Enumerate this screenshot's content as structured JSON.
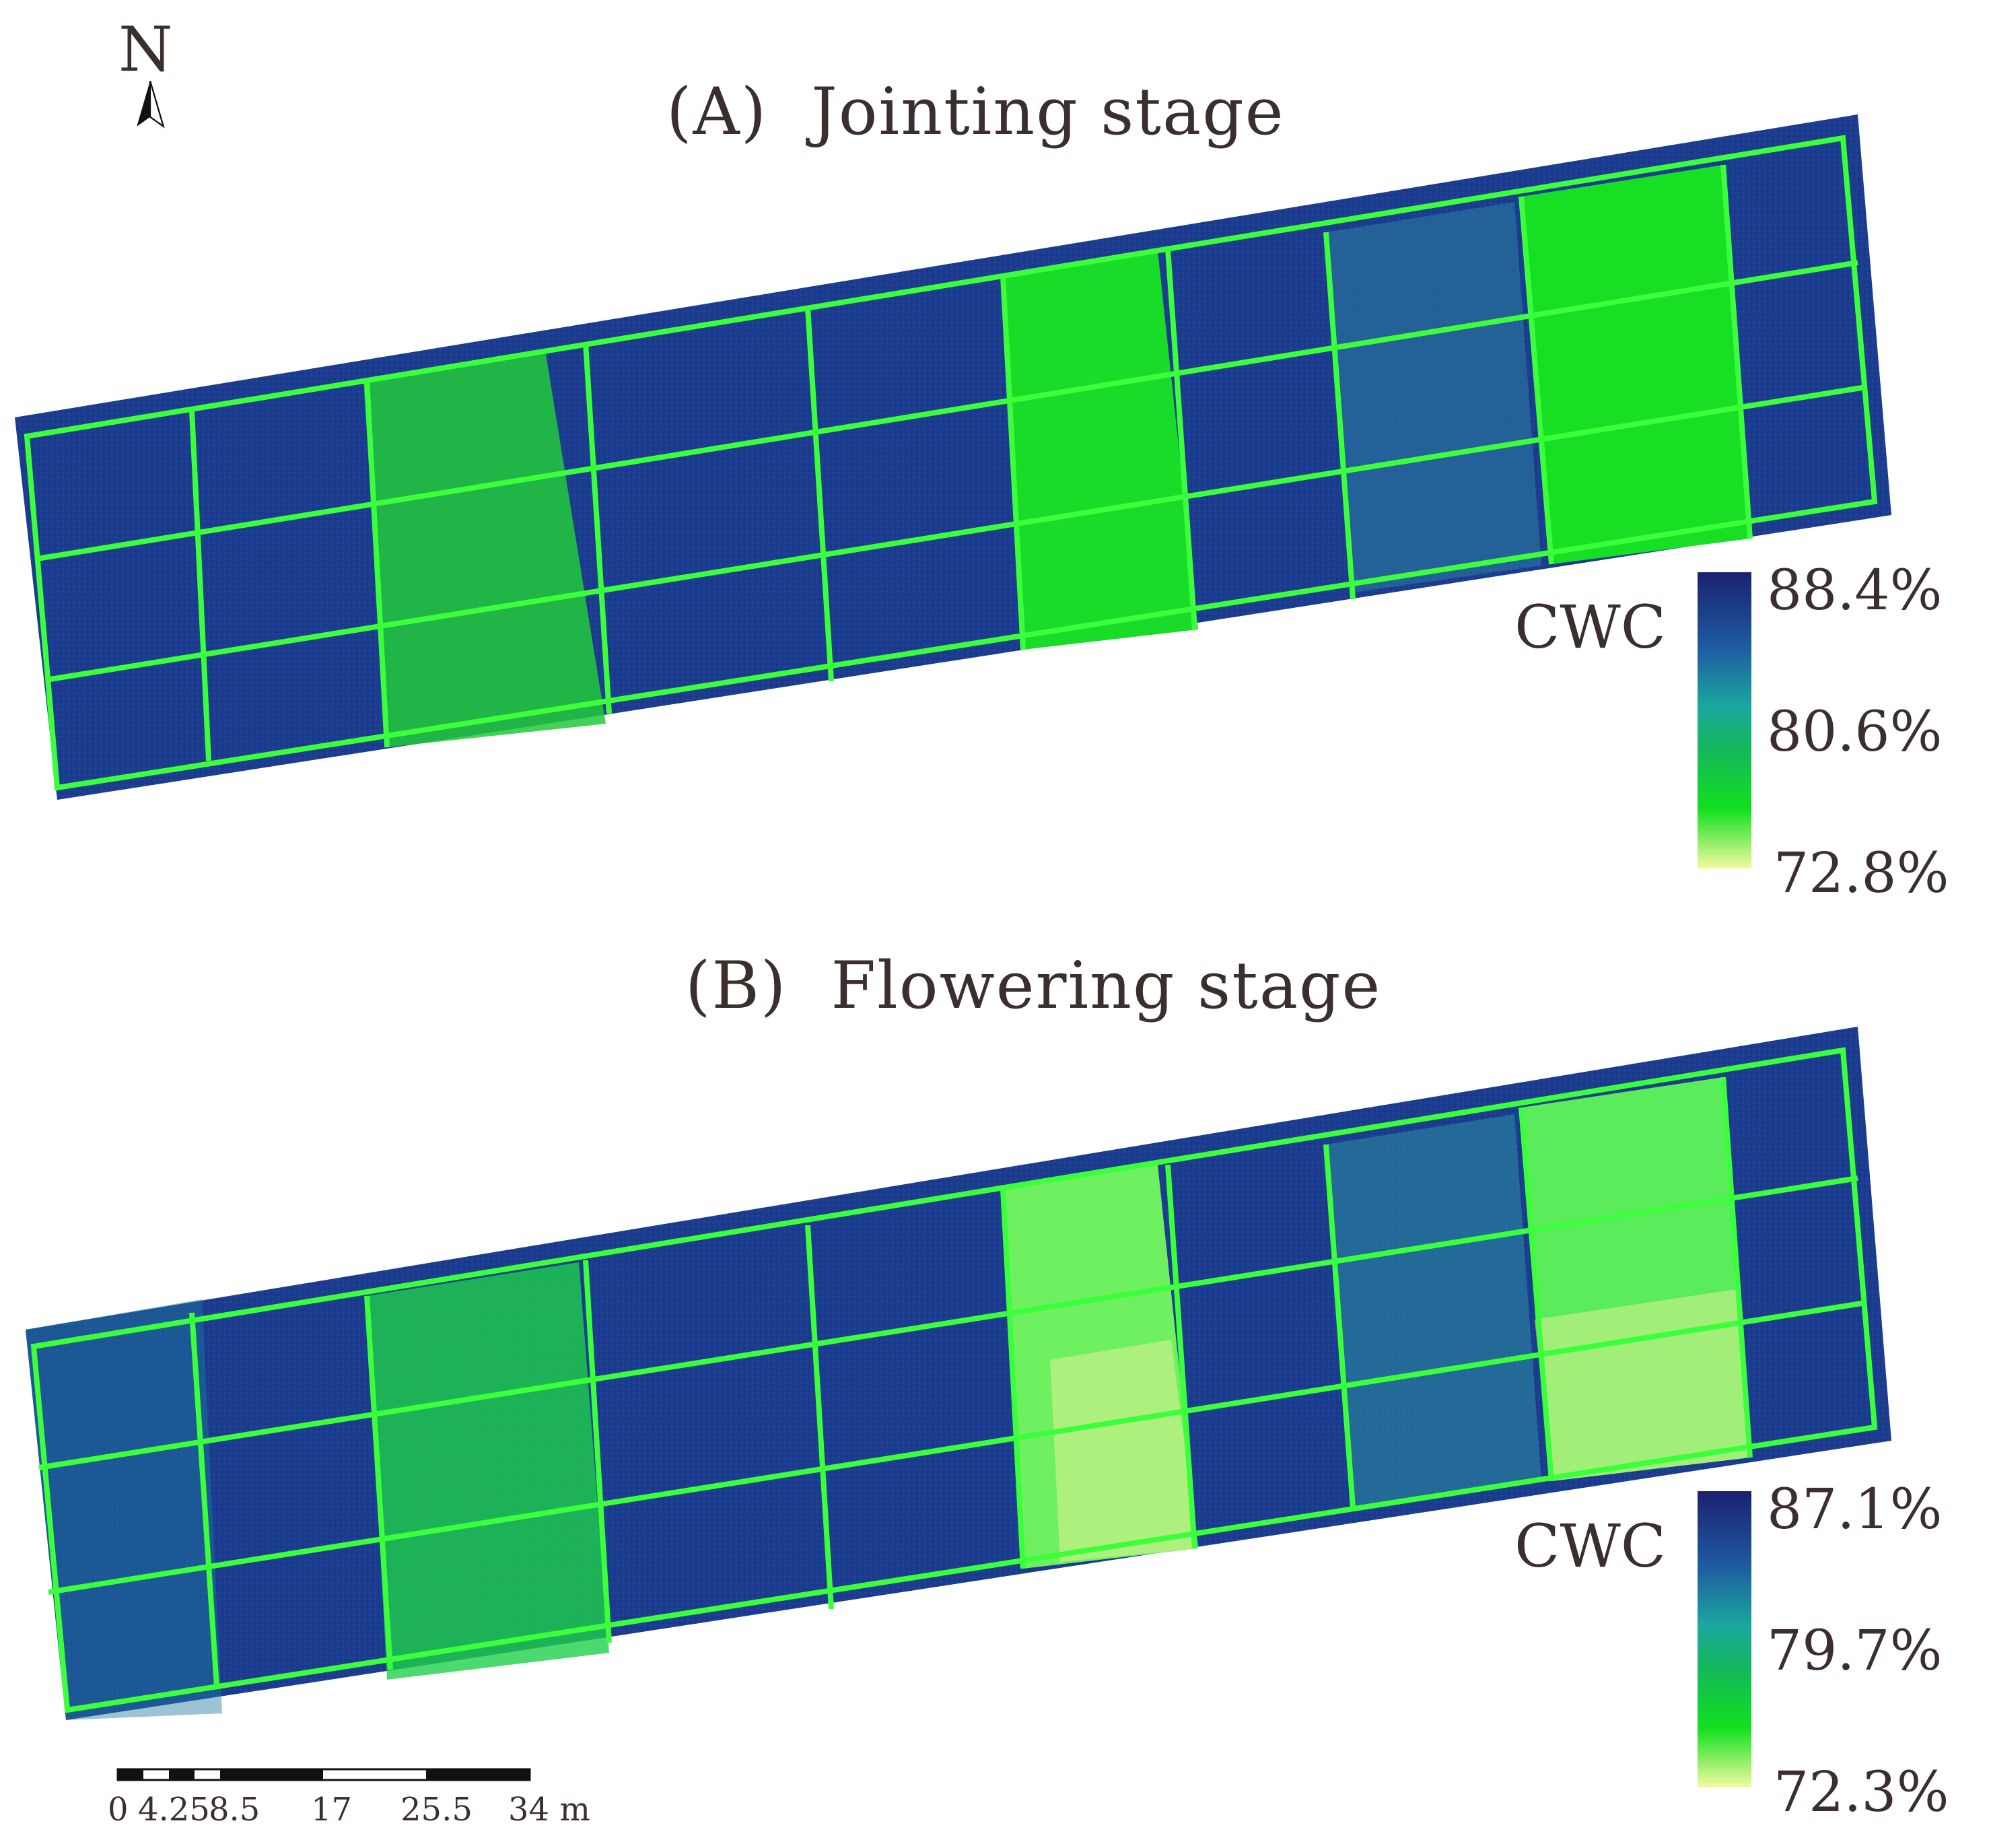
{
  "north": {
    "label": "N"
  },
  "panels": [
    {
      "id": "A",
      "title": "(A)  Jointing stage",
      "legend": {
        "label": "CWC",
        "max": "88.4%",
        "mid": "80.6%",
        "min": "72.8%"
      }
    },
    {
      "id": "B",
      "title": "(B)  Flowering stage",
      "legend": {
        "label": "CWC",
        "max": "87.1%",
        "mid": "79.7%",
        "min": "72.3%"
      }
    }
  ],
  "scale_bar": {
    "ticks": [
      "0",
      "4.25",
      "8.5",
      "17",
      "25.5",
      "34 m"
    ]
  },
  "colors": {
    "high": "#1b2a7e",
    "mid": "#1aa07a",
    "low_green": "#16e01e",
    "lowest": "#f2f79a",
    "grid": "#3cff3c"
  }
}
